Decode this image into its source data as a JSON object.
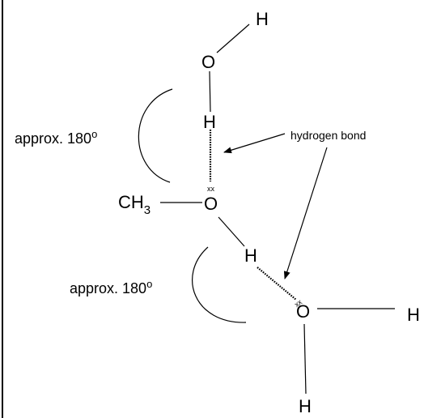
{
  "atoms": {
    "h_top": "H",
    "o_top": "O",
    "h_upper": "H",
    "ch3_c": "CH",
    "ch3_sub": "3",
    "o_mid": "O",
    "h_mid": "H",
    "o_lower": "O",
    "h_right": "H",
    "h_bottom": "H"
  },
  "labels": {
    "angle_upper": "approx. 180",
    "angle_upper_deg": "o",
    "angle_lower": "approx. 180",
    "angle_lower_deg": "o",
    "hydrogen_bond": "hydrogen bond"
  },
  "marks": {
    "lone_pair_mid": "xx",
    "lone_pair_lower": "xx"
  }
}
